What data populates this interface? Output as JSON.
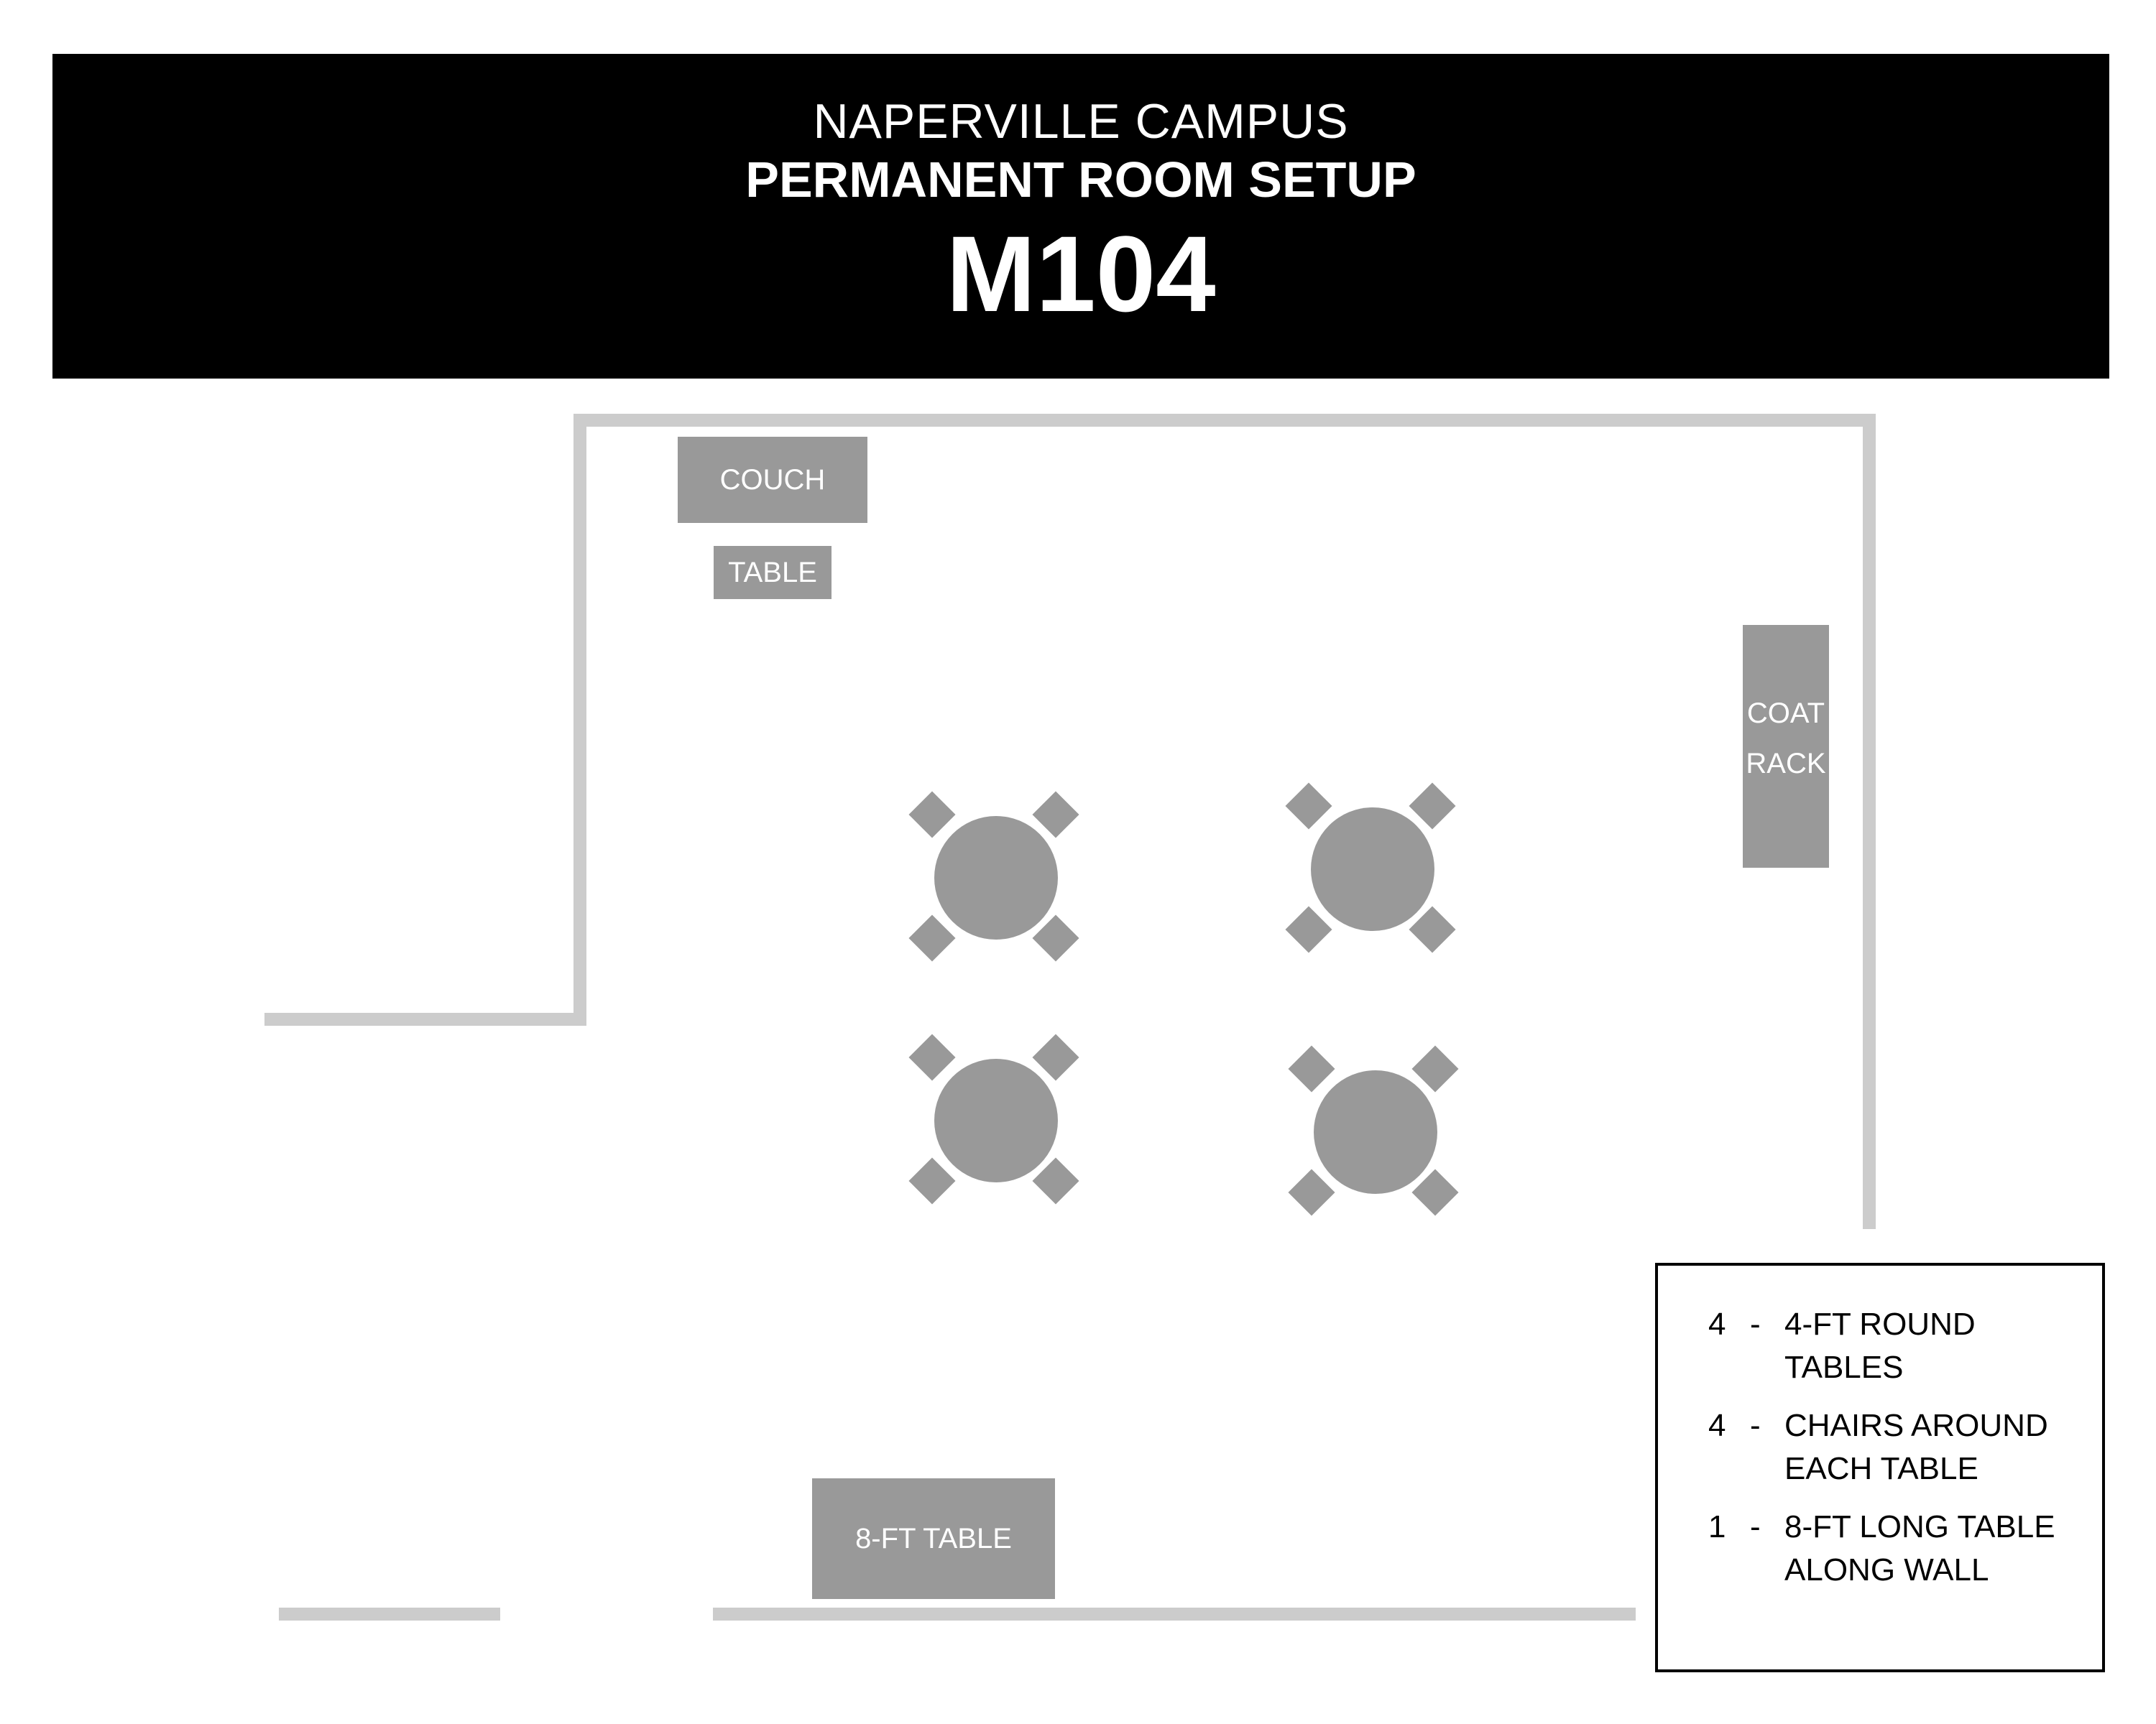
{
  "header": {
    "campus": "NAPERVILLE CAMPUS",
    "setup": "PERMANENT ROOM SETUP",
    "room": "M104"
  },
  "furniture": {
    "couch": "COUCH",
    "side_table": "TABLE",
    "coat_rack_line1": "COAT",
    "coat_rack_line2": "RACK",
    "long_table": "8-FT TABLE"
  },
  "legend": [
    {
      "qty": "4",
      "dash": "-",
      "line1": "4-FT ROUND",
      "line2": "TABLES"
    },
    {
      "qty": "4",
      "dash": "-",
      "line1": "CHAIRS AROUND",
      "line2": "EACH TABLE"
    },
    {
      "qty": "1",
      "dash": "-",
      "line1": "8-FT LONG TABLE",
      "line2": "ALONG WALL"
    }
  ],
  "colors": {
    "header_bg": "#000000",
    "wall": "#cccccc",
    "furniture": "#999999"
  }
}
